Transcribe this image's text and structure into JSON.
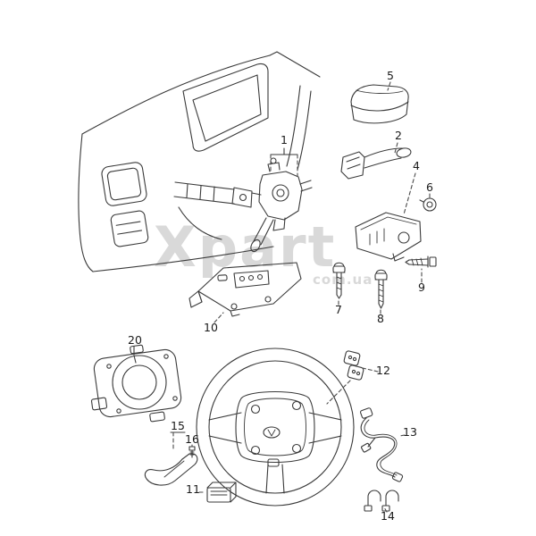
{
  "diagram": {
    "watermark": {
      "main": "Xpart",
      "sub": "com.ua"
    },
    "callouts": {
      "c1": "1",
      "c2": "2",
      "c4": "4",
      "c5": "5",
      "c6": "6",
      "c7": "7",
      "c8": "8",
      "c9": "9",
      "c10": "10",
      "c11": "11",
      "c12": "12",
      "c13": "13",
      "c14": "14",
      "c15": "15",
      "c16": "16",
      "c20": "20"
    },
    "colors": {
      "line_color": "#3a3a3a",
      "leader_color": "#4a4a4a",
      "watermark_color": "#d9d9d9"
    }
  }
}
